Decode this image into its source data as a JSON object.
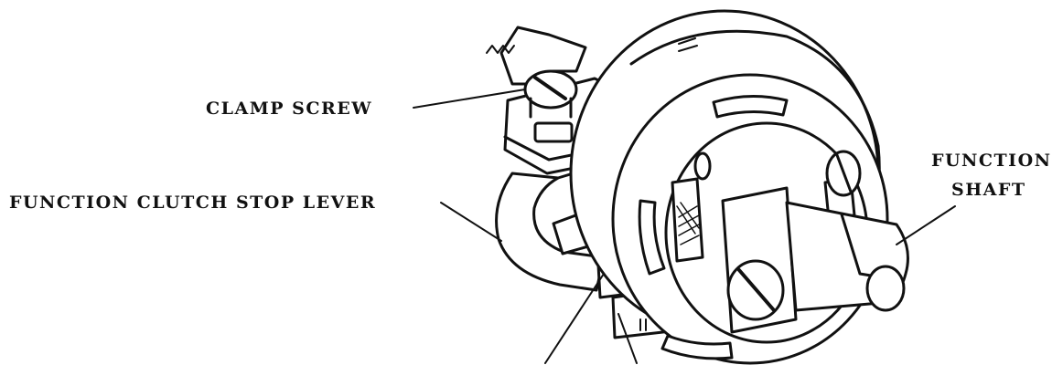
{
  "labels": {
    "clamp_screw": "CLAMP SCREW",
    "function_clutch_stop_lever": "FUNCTION CLUTCH STOP LEVER",
    "function_shaft_line1": "FUNCTION",
    "function_shaft_line2": "SHAFT"
  },
  "colors": {
    "ink": "#111111",
    "paper": "#ffffff"
  }
}
